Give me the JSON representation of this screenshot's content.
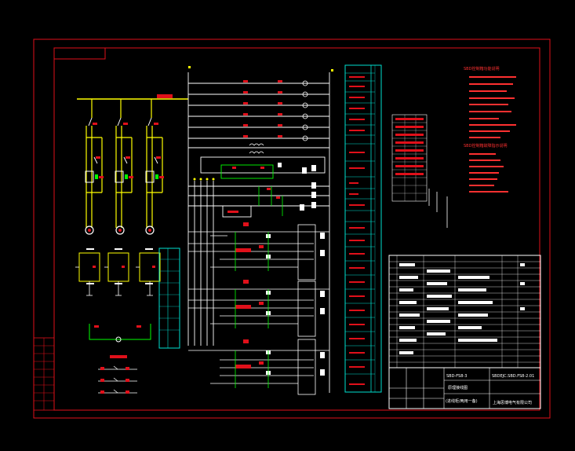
{
  "colors": {
    "background": "#000000",
    "border": "#e0101a",
    "wire": "#ffffff",
    "bus": "#ffff00",
    "component": "#00ff00",
    "table": "#00e0d0",
    "text_cyan": "#00ffff",
    "text_red": "#ff3030",
    "text_white": "#ffffff",
    "fill_white": "#ffffff"
  },
  "title_block": {
    "drawing_no_left": "SBD-FS8-3",
    "drawing_no_right": "SBDEJC.SBD.FS8-2.01",
    "drawing_name": "原理接线图",
    "variant": "(进线柜/两用一备)",
    "company": "上海思博电气有限公司"
  },
  "notes": {
    "heading_1": "SBD控制箱功能说明",
    "heading_2": "SBD控制箱故障指示说明"
  },
  "icons": [
    "lamp-icon",
    "motor-icon",
    "contact-icon",
    "coil-icon"
  ]
}
